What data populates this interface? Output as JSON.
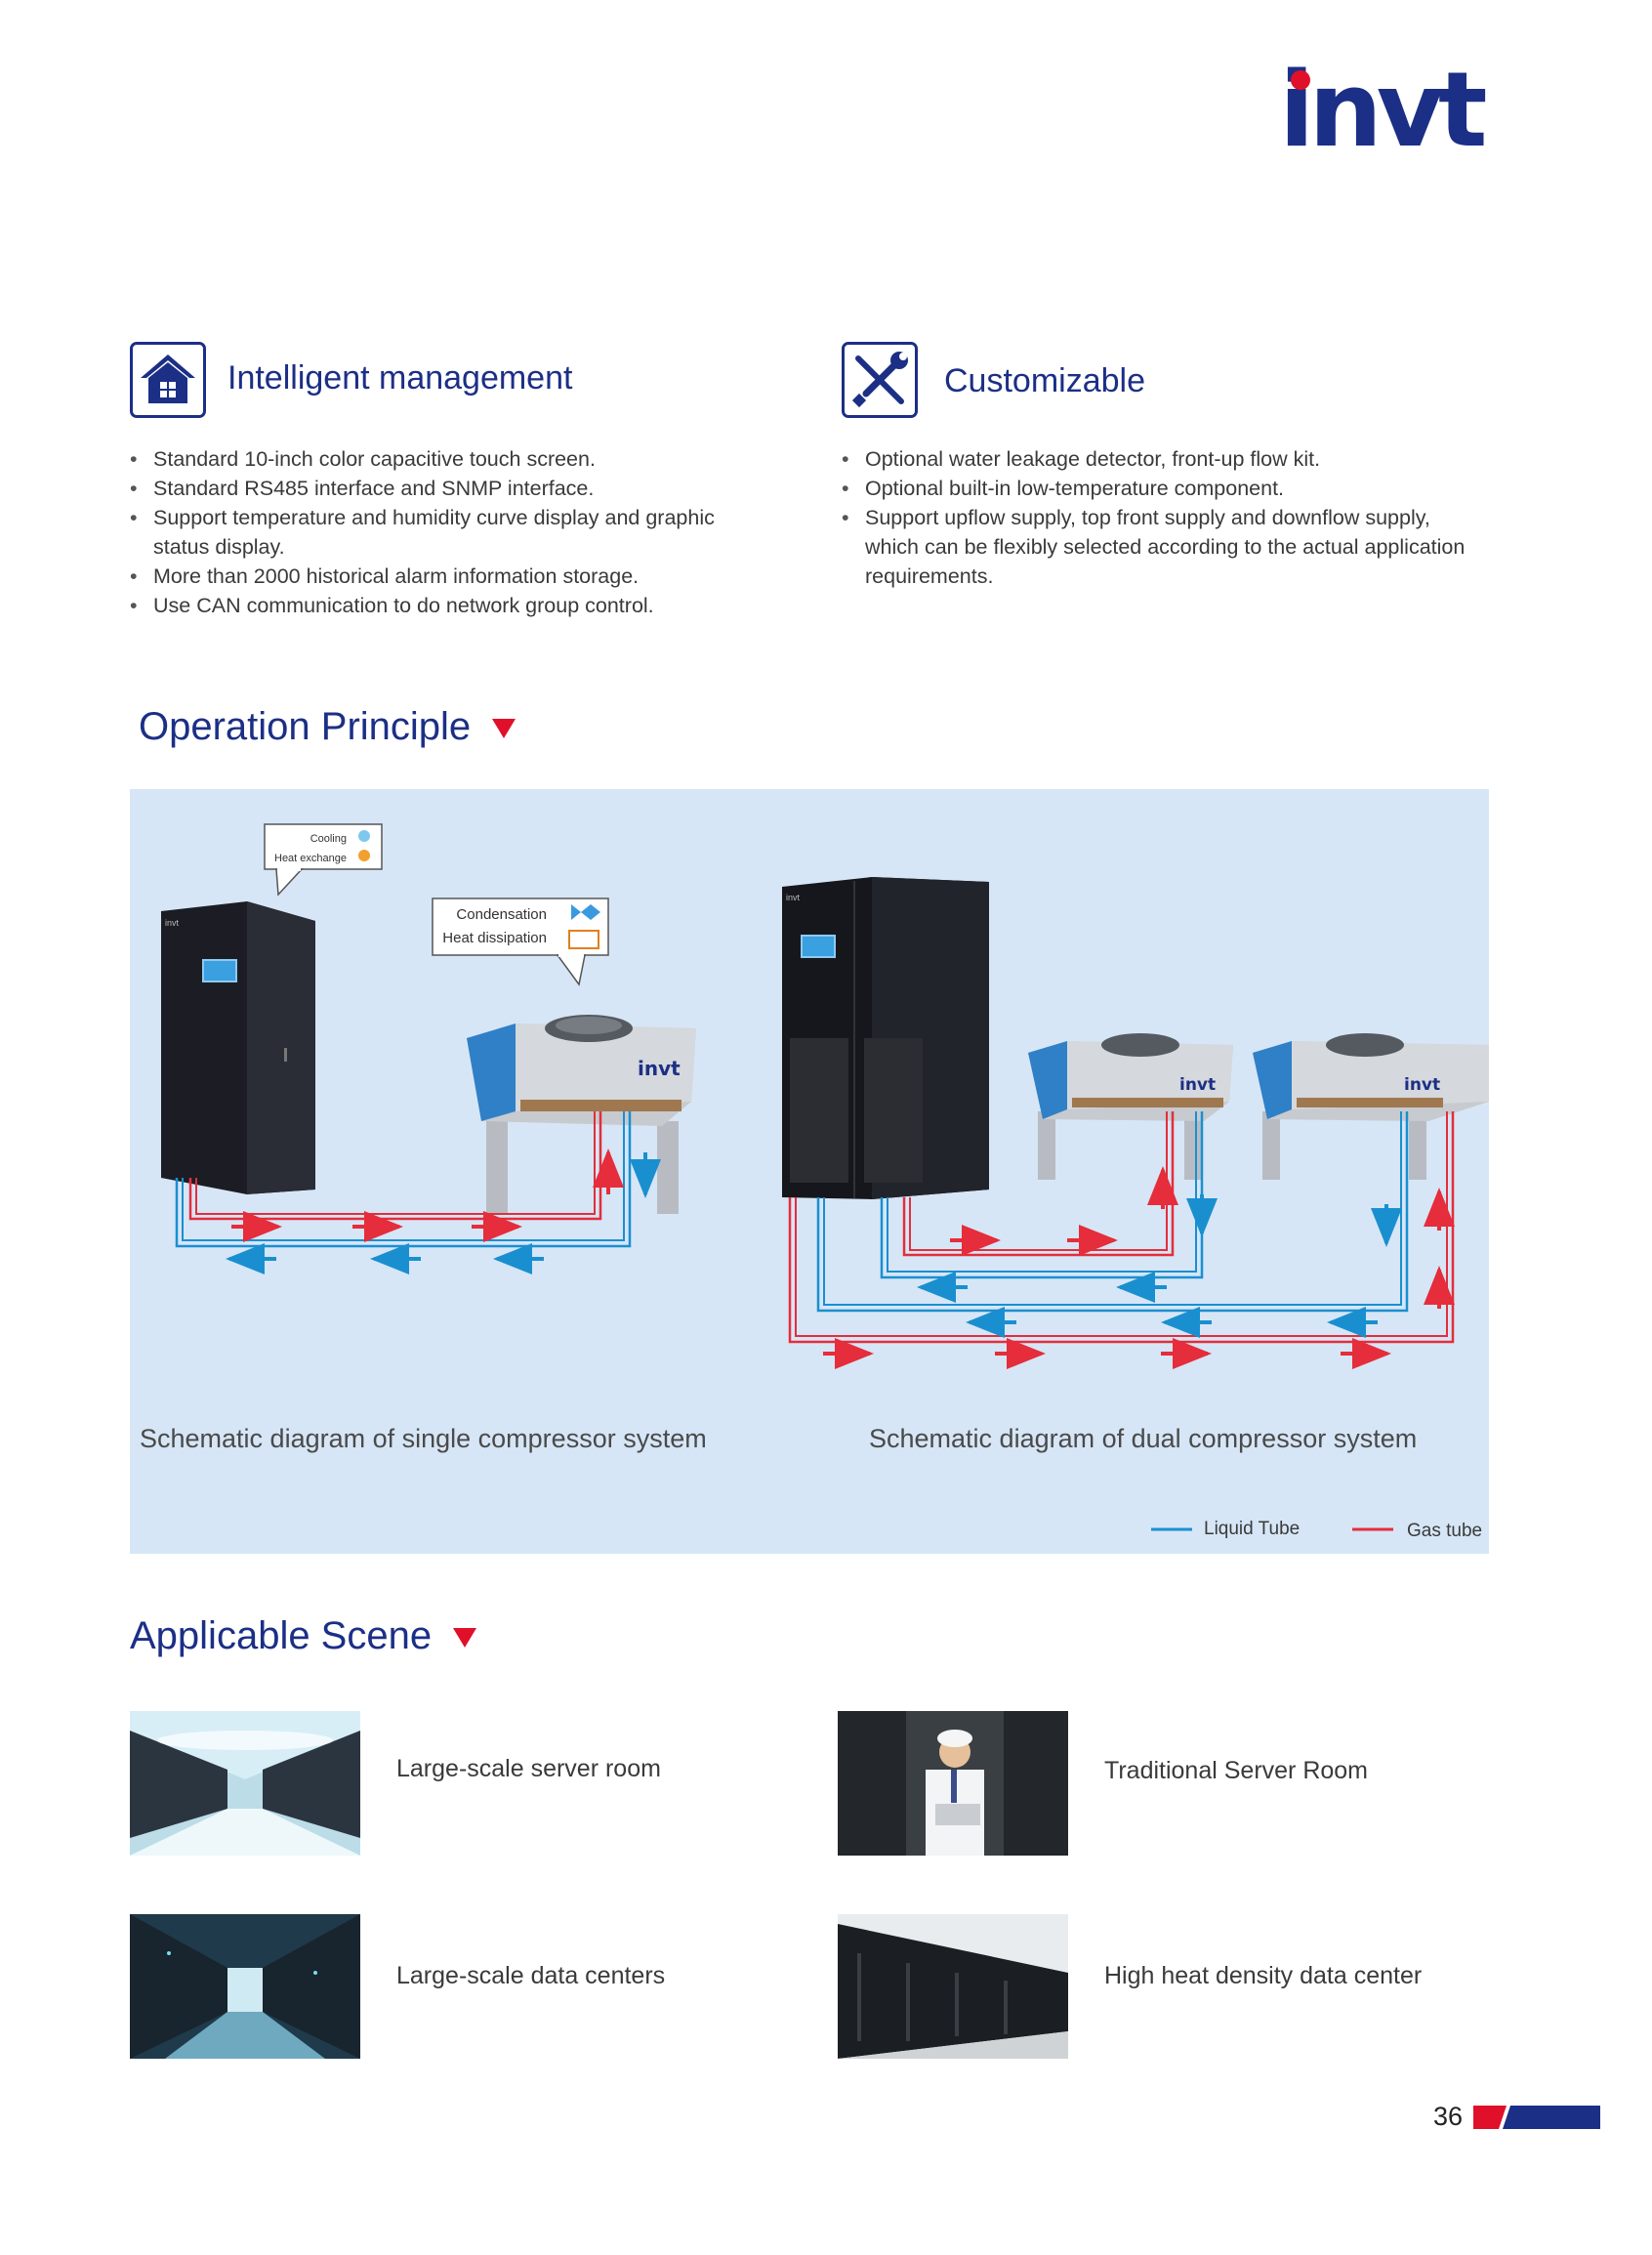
{
  "brand": {
    "logo_text": "invt"
  },
  "features": [
    {
      "title": "Intelligent management",
      "icon": "house-icon",
      "bullets": [
        "Standard 10-inch color capacitive touch screen.",
        "Standard RS485 interface and SNMP interface.",
        "Support temperature and humidity curve display and graphic status display.",
        "More than 2000 historical alarm information storage.",
        "Use CAN communication to do network group control."
      ]
    },
    {
      "title": "Customizable",
      "icon": "wrench-screwdriver-icon",
      "bullets": [
        "Optional water leakage detector, front-up flow kit.",
        "Optional built-in low-temperature component.",
        "Support upflow supply, top front supply and downflow supply, which can be flexibly selected according to the actual application requirements."
      ]
    }
  ],
  "operation": {
    "title": "Operation Principle",
    "bubble_indoor": {
      "line1": "Cooling",
      "line2": "Heat exchange"
    },
    "bubble_outdoor": {
      "line1": "Condensation",
      "line2": "Heat dissipation"
    },
    "unit_brand": "invt",
    "caption_single": "Schematic diagram of single compressor system",
    "caption_dual": "Schematic diagram of dual compressor system",
    "legend": {
      "liquid": "Liquid Tube",
      "gas": "Gas tube"
    },
    "colors": {
      "liquid": "#1a8fd0",
      "gas": "#e52d3b",
      "panel": "#d6e6f6"
    }
  },
  "scenes": {
    "title": "Applicable Scene",
    "items": [
      {
        "label": "Large-scale server room"
      },
      {
        "label": "Traditional Server Room"
      },
      {
        "label": "Large-scale data centers"
      },
      {
        "label": "High heat density data center"
      }
    ]
  },
  "page": {
    "number": "36"
  }
}
